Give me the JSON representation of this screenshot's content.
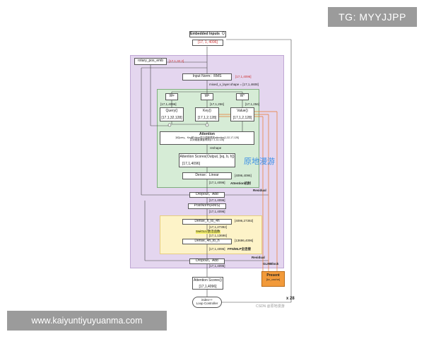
{
  "badges": {
    "tg": "TG: MYYJJPP",
    "url": "www.kaiyuntiyuyuanma.com"
  },
  "watermark": "原地漫游",
  "csdn_credit": "CSDN @原地漫游",
  "repeat_label": "x 28",
  "nodes": {
    "embedded_inputs": "Embedded Inputs（）",
    "embedded_shape": "[17, 1, 4096]",
    "rotary": "rotary_pos_emb",
    "rotary_shape": "[17,1,32,2]",
    "input_norm": "Input Norm：RMS",
    "input_norm_shape": "[17,1,4096]",
    "mixed_x": "mixed_x_layer.shape = [17,1,4608]",
    "wq": "Wᵠ",
    "wk": "Wᴷ",
    "wv": "Wⱽ",
    "q_shape": "[17,1,4096]",
    "k_shape": "[17,1,256]",
    "v_shape": "[17,1,256]",
    "query": "Query()",
    "key": "Key()",
    "value": "Value()",
    "query_shape": "[17,1,32,128]",
    "key_shape": "[17,1,2,128]",
    "value_shape": "[17,1,2,128]",
    "attention": "Attention",
    "attention_note1": "对Query、Key和Value进行调度得到attention[1,32,17,128]",
    "attention_note2": "并对维度调整得到[17,1,32,128]",
    "reshape": "reshape",
    "attn_scores_out": "Attention Scores(Output, [sq, b, h])",
    "attn_scores_shape": "[17,1,4096]",
    "dense": "Dense：Linear",
    "dense_dims": "[4096,4096]",
    "dense_shape": "[17,1,4096]",
    "attention_mech": "Attention机制",
    "dropout1": "Dropout，Add",
    "residual1": "Residual",
    "dropout1_shape": "[17,1,4096]",
    "postnorm": "PostNorm(RMS)",
    "postnorm_shape": "[17,1,4096]",
    "dense_h_4h": "Dense_h_to_4h",
    "dense_h_4h_dims": "[4096,27392]",
    "dense_h_4h_shape": "[17,1,27392]",
    "swiglu": "SwiGLU激活函数",
    "swiglu_shape": "[17,1,13696]",
    "dense_4h_h": "Dense_4h_to_h",
    "dense_4h_h_dims": "[13696,4096]",
    "dense_4h_h_shape": "[17,1,4096]",
    "ffn_label": "FFN/MLP全连接",
    "dropout2": "Dropout，Add",
    "residual2": "Residual",
    "glmblock": "GLMBlock",
    "dropout2_shape": "[17,1,4096]",
    "attn_scores_final": "Attention Scores()",
    "attn_scores_final_shape": "[17,1,4096]",
    "present": "Present",
    "present_sub": "[kv_cache]",
    "index": "index++",
    "loop": "Loop Controller"
  },
  "colors": {
    "glm_region": "#e4d6ef",
    "attention_region": "#d6ecd6",
    "ffn_region": "#fdf3c8",
    "present": "#f29a3a",
    "orange_line": "#e9772c",
    "watermark": "#3b8fe6"
  }
}
